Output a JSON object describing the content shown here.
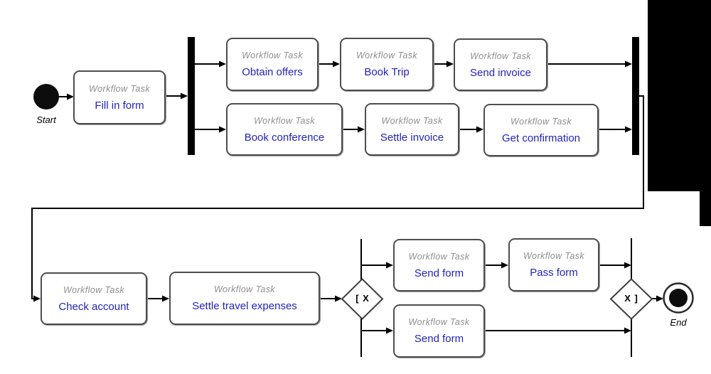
{
  "diagram": {
    "colors": {
      "task_name": "#2323c0",
      "task_type": "#8f8f8f",
      "connector": "#000000",
      "node_border": "#4d4d4d",
      "artifact": "#000000"
    },
    "start_node": {
      "label": "Start"
    },
    "end_node": {
      "label": "End"
    },
    "split_gateway": {
      "label": "[ X"
    },
    "merge_gateway": {
      "label": "X ]"
    },
    "tasks": [
      {
        "id": "fill-in-form",
        "type": "Workflow Task",
        "name": "Fill in form"
      },
      {
        "id": "obtain-offers",
        "type": "Workflow Task",
        "name": "Obtain offers"
      },
      {
        "id": "book-trip",
        "type": "Workflow Task",
        "name": "Book Trip"
      },
      {
        "id": "send-invoice",
        "type": "Workflow Task",
        "name": "Send invoice"
      },
      {
        "id": "book-conference",
        "type": "Workflow Task",
        "name": "Book conference"
      },
      {
        "id": "settle-invoice",
        "type": "Workflow Task",
        "name": "Settle invoice"
      },
      {
        "id": "get-confirmation",
        "type": "Workflow Task",
        "name": "Get confirmation"
      },
      {
        "id": "check-account",
        "type": "Workflow Task",
        "name": "Check account"
      },
      {
        "id": "settle-travel-expenses",
        "type": "Workflow Task",
        "name": "Settle travel expenses"
      },
      {
        "id": "send-form-upper",
        "type": "Workflow Task",
        "name": "Send form"
      },
      {
        "id": "pass-form",
        "type": "Workflow Task",
        "name": "Pass form"
      },
      {
        "id": "send-form-lower",
        "type": "Workflow Task",
        "name": "Send form"
      }
    ]
  }
}
